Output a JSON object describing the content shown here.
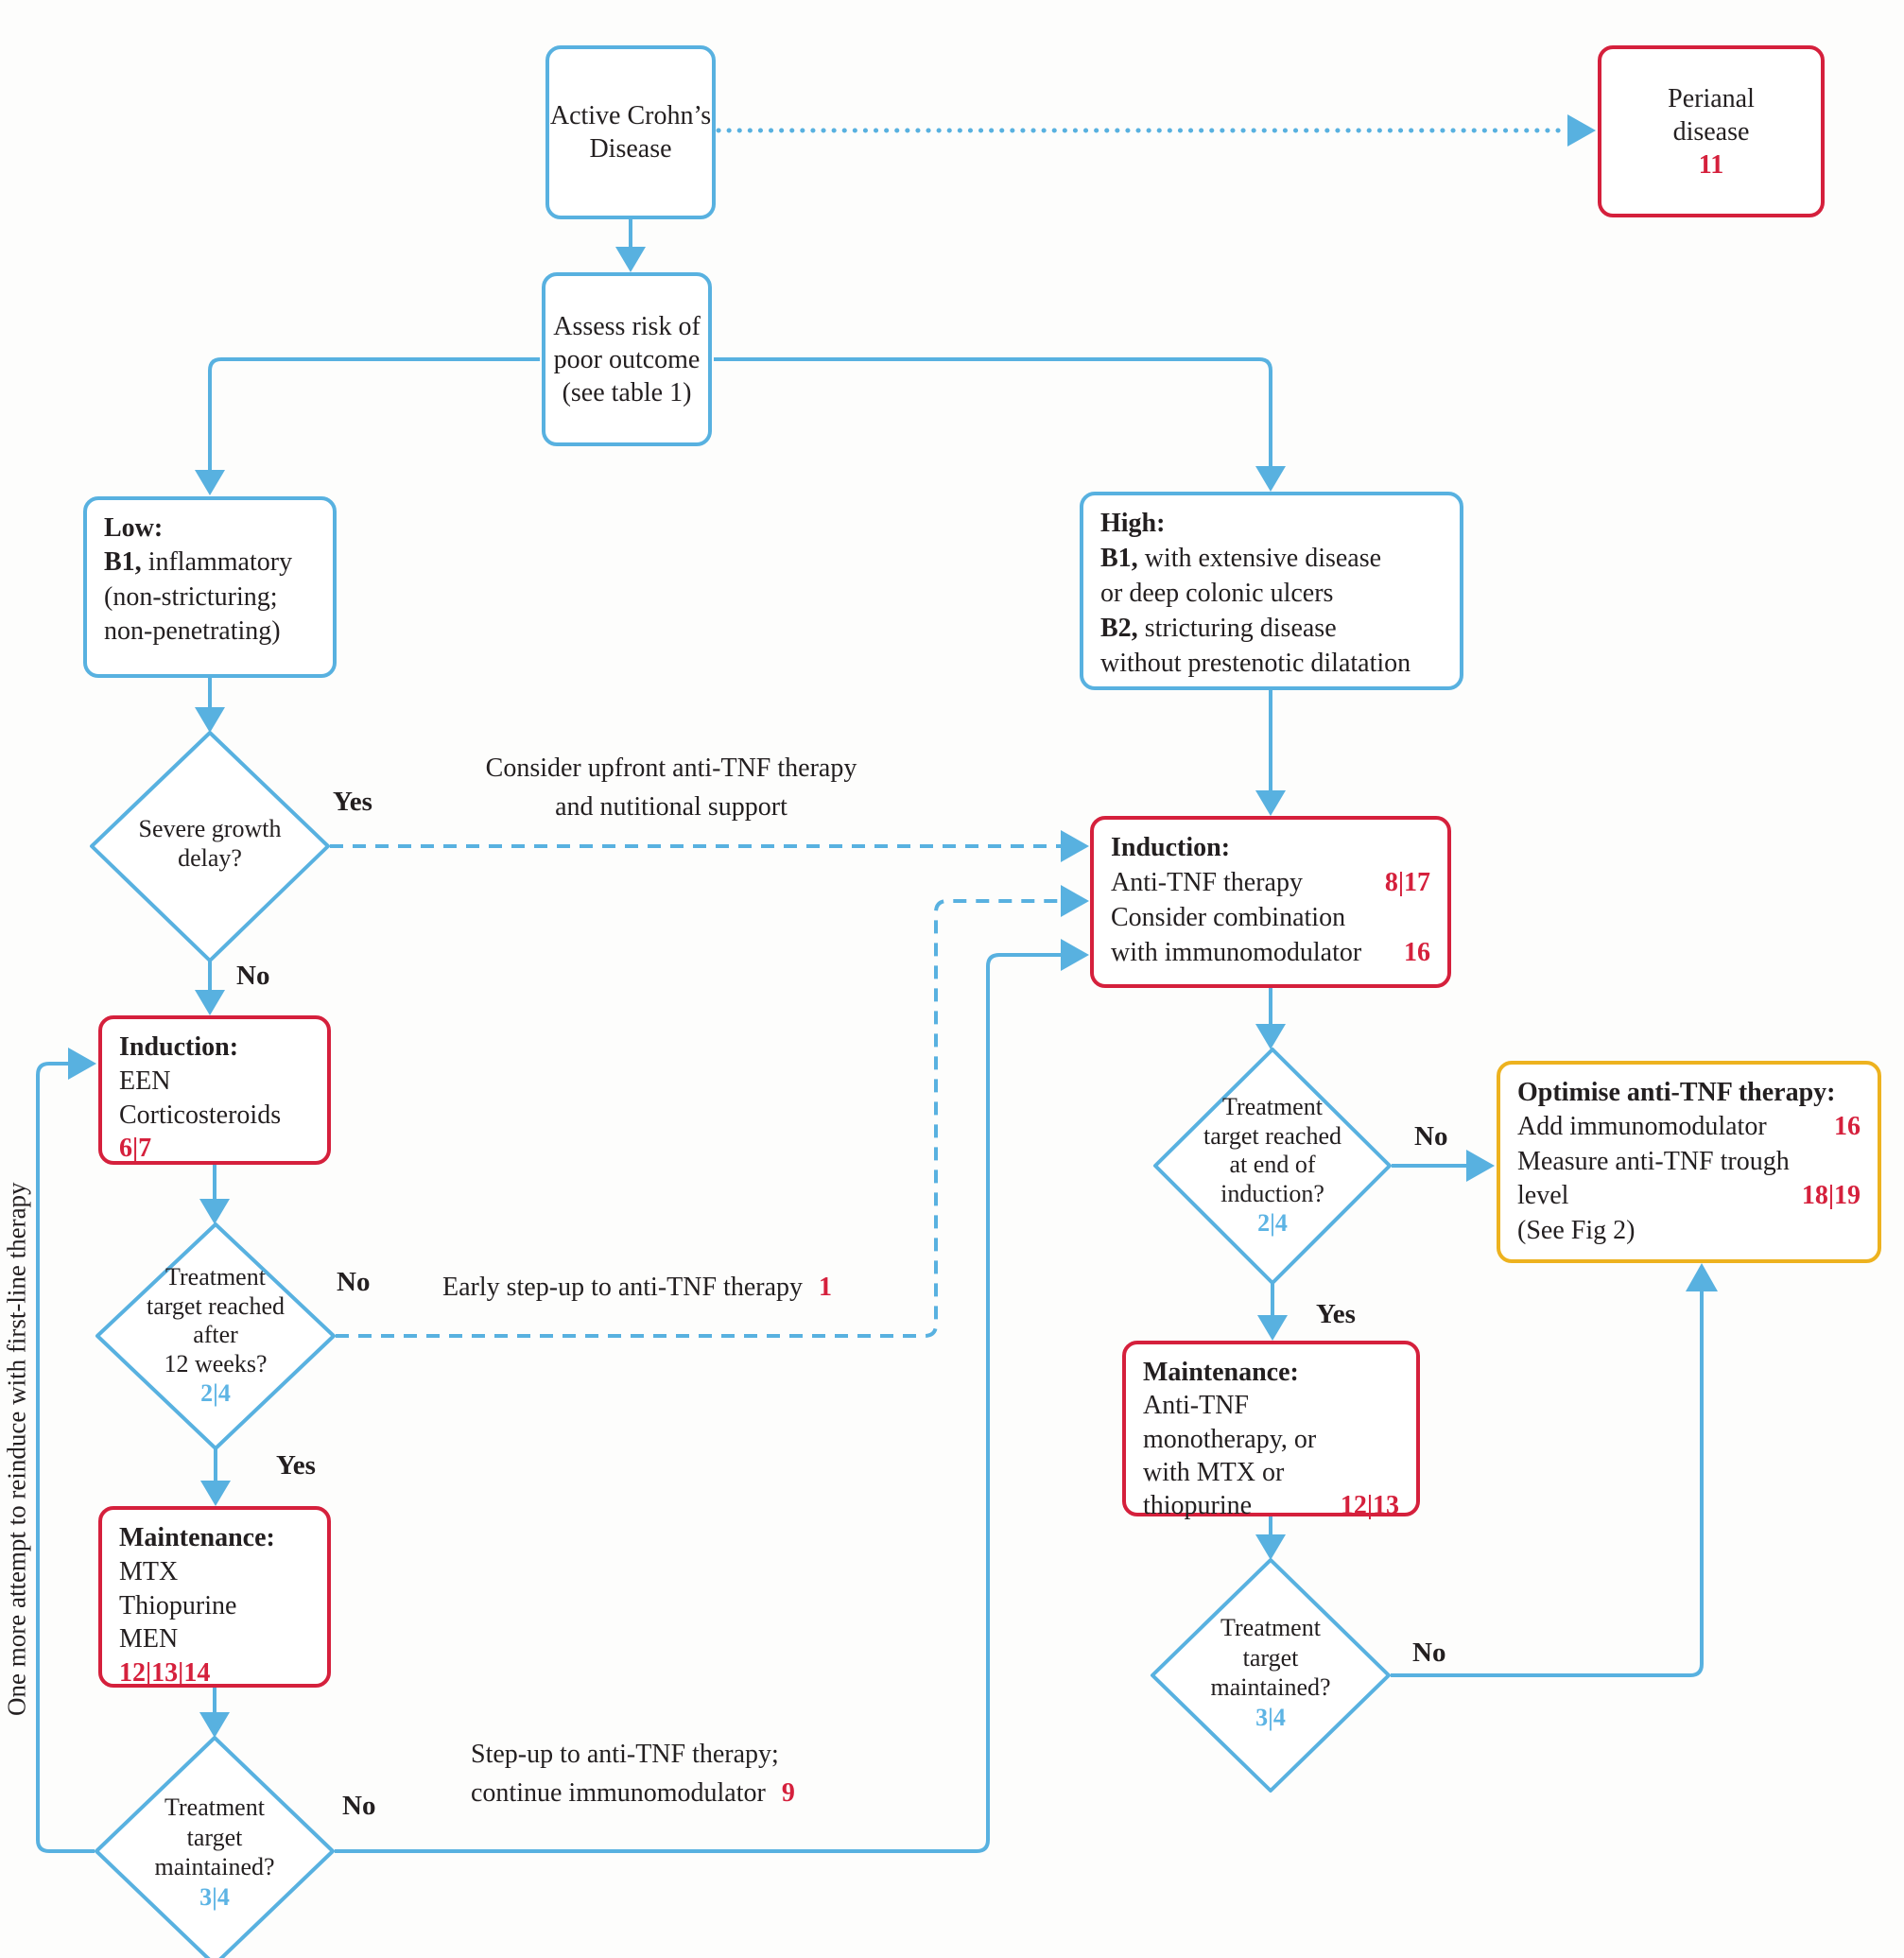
{
  "colors": {
    "line_blue": "#58b1e0",
    "accent_red": "#d5203c",
    "accent_yellow": "#edb21f",
    "ref_blue": "#5db4e4",
    "text": "#231f20"
  },
  "nodes": {
    "active": {
      "line1": "Active Crohn’s",
      "line2": "Disease"
    },
    "perianal": {
      "line1": "Perianal",
      "line2": "disease",
      "ref": "11"
    },
    "assess": {
      "line1": "Assess risk of",
      "line2": "poor outcome",
      "line3": "(see table 1)"
    },
    "low": {
      "title": "Low:",
      "b1": "B1,",
      "b1_rest": " inflammatory",
      "line3": "(non-stricturing;",
      "line4": "non-penetrating)"
    },
    "high": {
      "title": "High:",
      "b1": "B1,",
      "b1_rest": " with extensive disease",
      "line3": "or deep colonic ulcers",
      "b2": "B2,",
      "b2_rest": " stricturing disease",
      "line5": "without prestenotic dilatation"
    },
    "growth_delay": {
      "line1": "Severe growth",
      "line2": "delay?"
    },
    "induction_left": {
      "title": "Induction:",
      "line2": "EEN",
      "line3": "Corticosteroids",
      "ref": "6|7"
    },
    "target_12wk": {
      "line1": "Treatment",
      "line2": "target reached",
      "line3": "after",
      "line4": "12 weeks?",
      "ref": "2|4"
    },
    "maintenance_left": {
      "title": "Maintenance:",
      "line2": "MTX",
      "line3": "Thiopurine",
      "line4": "MEN",
      "ref": "12|13|14"
    },
    "target_maintained_left": {
      "line1": "Treatment",
      "line2": "target",
      "line3": "maintained?",
      "ref": "3|4"
    },
    "induction_right": {
      "title": "Induction:",
      "line2": "Anti-TNF therapy",
      "line2_ref": "8|17",
      "line3": "Consider combination",
      "line4": "with immunomodulator",
      "line4_ref": "16"
    },
    "target_end_induction": {
      "line1": "Treatment",
      "line2": "target reached",
      "line3": "at end of",
      "line4": "induction?",
      "ref": "2|4"
    },
    "optimise": {
      "title": "Optimise anti-TNF therapy:",
      "line2": "Add immunomodulator",
      "line2_ref": "16",
      "line3": "Measure anti-TNF trough",
      "line4": "level",
      "line4_ref": "18|19",
      "line5": "(See Fig 2)"
    },
    "maintenance_right": {
      "title": "Maintenance:",
      "line2": "Anti-TNF",
      "line3": "monotherapy, or",
      "line4": "with MTX or",
      "line5": "thiopurine",
      "line5_ref": "12|13"
    },
    "target_maintained_right": {
      "line1": "Treatment",
      "line2": "target",
      "line3": "maintained?",
      "ref": "3|4"
    }
  },
  "edge_labels": {
    "yes_growth": "Yes",
    "no_growth": "No",
    "consider_line1": "Consider upfront anti-TNF therapy",
    "consider_line2": "and nutitional support",
    "no_12wk": "No",
    "early_stepup": "Early step-up to anti-TNF therapy",
    "early_stepup_ref": "1",
    "yes_12wk": "Yes",
    "no_maintained_left": "No",
    "stepup_line1": "Step-up to anti-TNF therapy;",
    "stepup_line2": "continue immunomodulator",
    "stepup_ref": "9",
    "no_end_induction": "No",
    "yes_end_induction": "Yes",
    "no_maintained_right": "No"
  },
  "side_note": "One more attempt to reinduce with first-line therapy"
}
